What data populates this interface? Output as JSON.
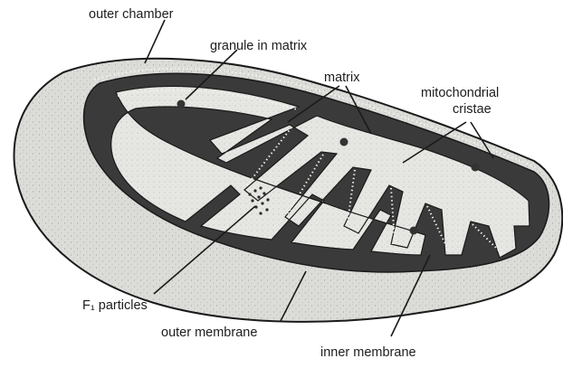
{
  "labels": {
    "outer_chamber": "outer chamber",
    "granule_in_matrix": "granule in matrix",
    "matrix": "matrix",
    "mitochondrial": "mitochondrial",
    "cristae": "cristae",
    "f1_particles": "F₁ particles",
    "outer_membrane": "outer membrane",
    "inner_membrane": "inner membrane"
  },
  "colors": {
    "outer_body": "#d9d9d6",
    "outer_chamber_fill": "#3a3a3a",
    "matrix_fill": "#e4e4e1",
    "ink": "#1a1a1a"
  }
}
